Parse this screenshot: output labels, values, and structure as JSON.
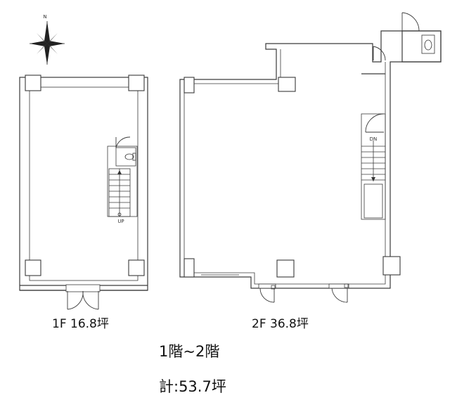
{
  "compass": {
    "north_letter": "N",
    "icon": "compass-rose-icon"
  },
  "floor1": {
    "label": "1F 16.8坪",
    "stair_text": "UP"
  },
  "floor2": {
    "label": "2F 36.8坪",
    "stair_text": "DN"
  },
  "summary": {
    "floors": "1階~2階",
    "total": "計:53.7坪"
  }
}
